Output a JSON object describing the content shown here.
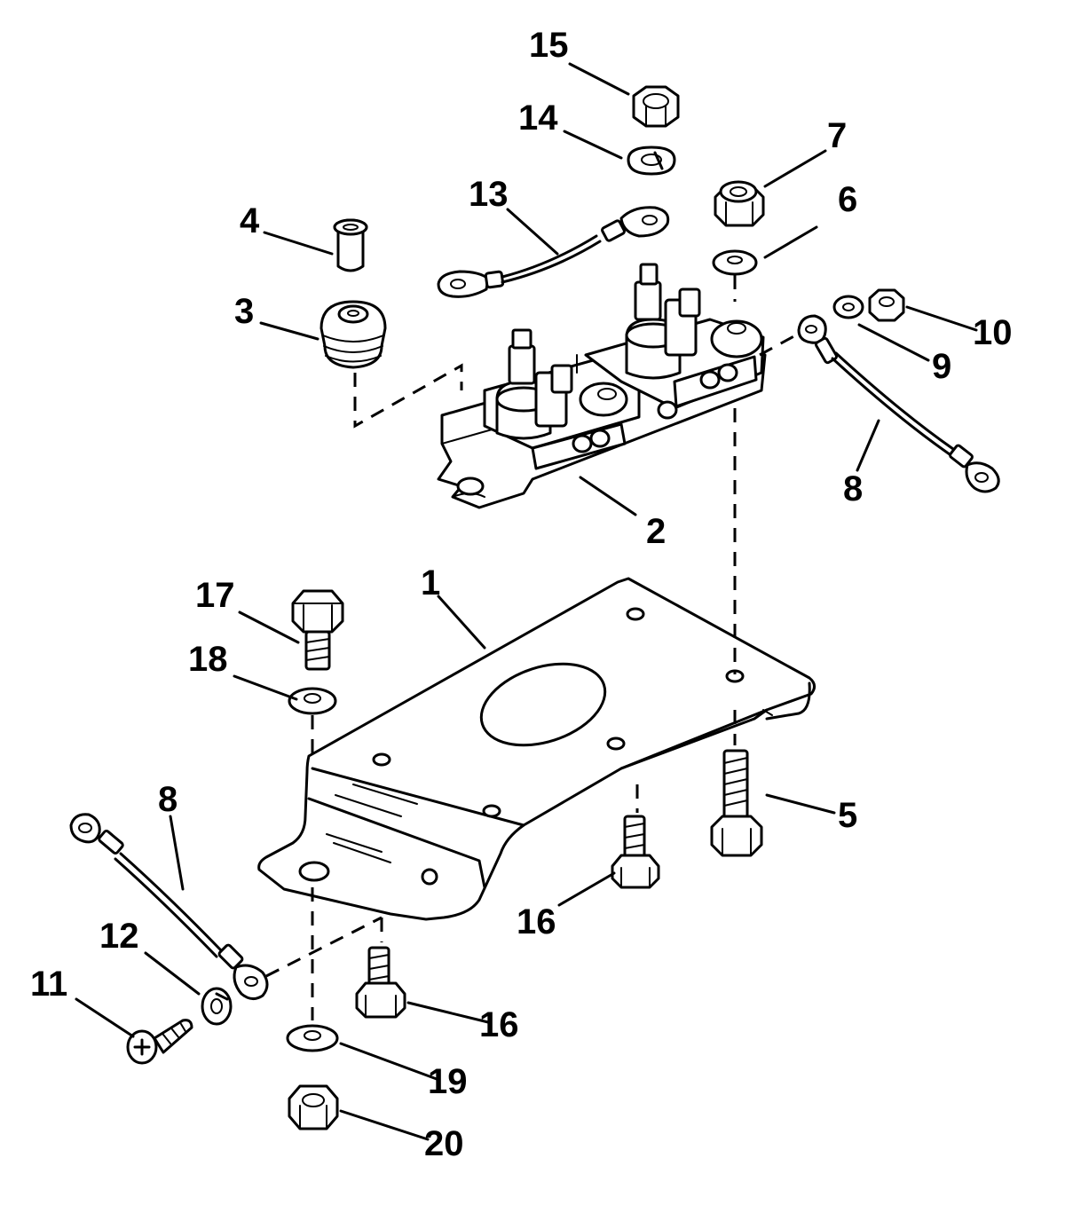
{
  "callouts": {
    "c1": "1",
    "c2": "2",
    "c3": "3",
    "c4": "4",
    "c5": "5",
    "c6": "6",
    "c7": "7",
    "c8a": "8",
    "c8b": "8",
    "c9": "9",
    "c10": "10",
    "c11": "11",
    "c12": "12",
    "c13": "13",
    "c14": "14",
    "c15": "15",
    "c16a": "16",
    "c16b": "16",
    "c17": "17",
    "c18": "18",
    "c19": "19",
    "c20": "20"
  }
}
